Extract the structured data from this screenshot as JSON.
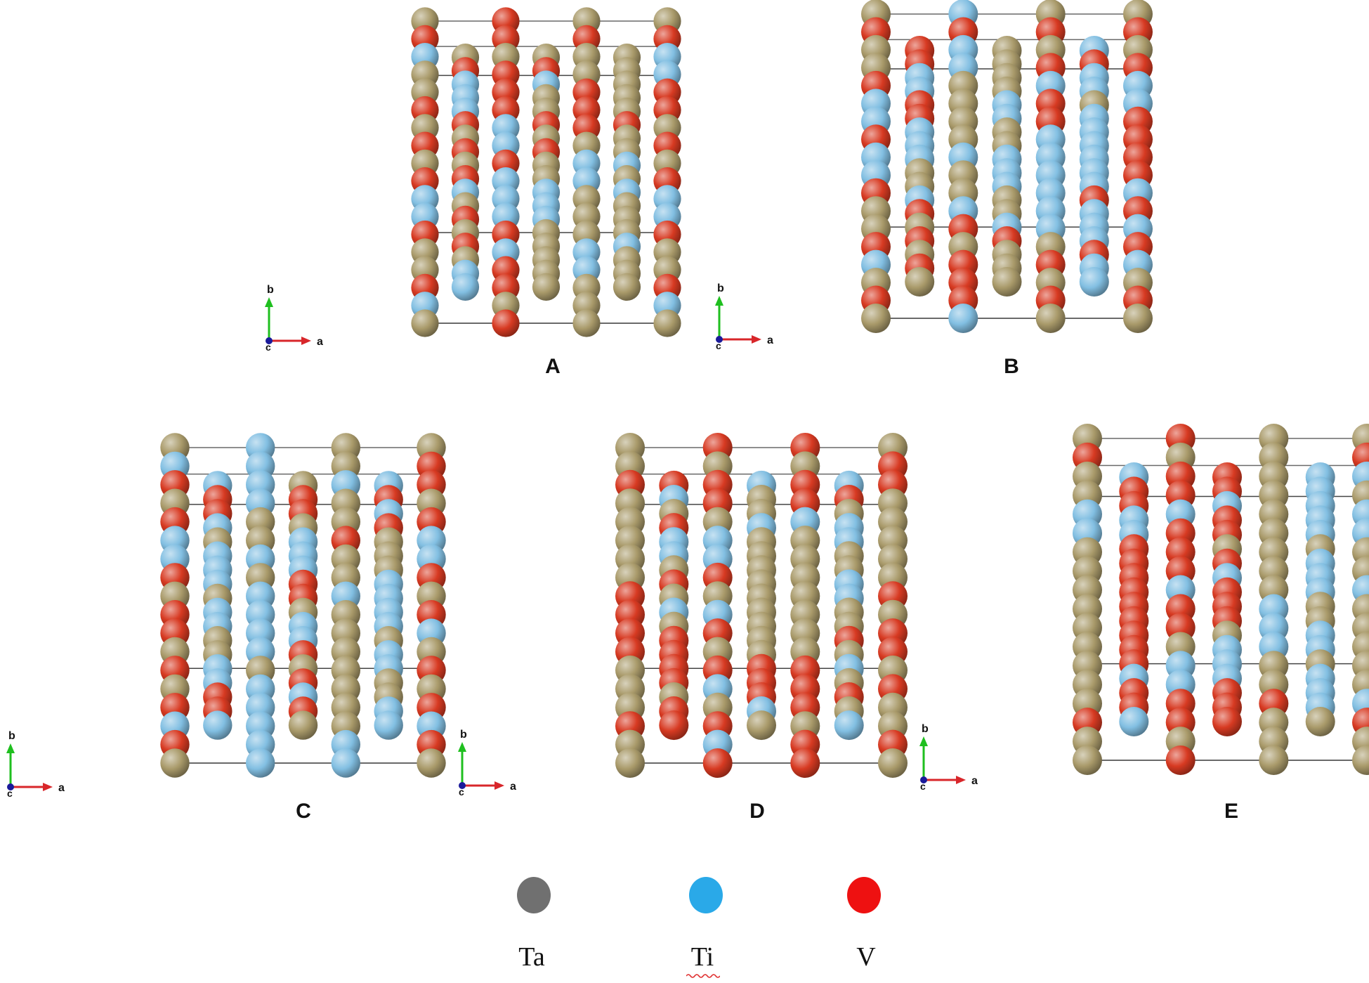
{
  "colors": {
    "Ta": "#a99a6a",
    "Ti": "#82bfe2",
    "V": "#d73a22",
    "cell_line": "#444444",
    "axis_b": "#1fbf1f",
    "axis_a": "#d8262a",
    "axis_c": "#1a1a9a",
    "legend_Ta": "#707070",
    "legend_Ti": "#2aa9e8",
    "legend_V": "#ee1111"
  },
  "panels": [
    {
      "id": "A",
      "label": "A",
      "columns": [
        [
          "Ta",
          "V",
          "Ti",
          "Ta",
          "Ta",
          "V",
          "Ta",
          "V",
          "Ta",
          "V",
          "Ti",
          "Ti",
          "V",
          "Ta",
          "Ta",
          "V",
          "Ti",
          "Ta"
        ],
        [
          "Ta",
          "V",
          "Ti",
          "Ti",
          "Ti",
          "V",
          "Ta",
          "V",
          "Ta",
          "V",
          "Ti",
          "Ta",
          "V",
          "Ta",
          "V",
          "Ta",
          "Ti",
          "Ti"
        ],
        [
          "V",
          "V",
          "Ta",
          "V",
          "V",
          "V",
          "Ti",
          "Ti",
          "V",
          "Ti",
          "Ti",
          "Ti",
          "V",
          "Ti",
          "V",
          "V",
          "Ta",
          "V"
        ],
        [
          "Ta",
          "V",
          "Ti",
          "Ta",
          "Ta",
          "V",
          "Ta",
          "V",
          "Ta",
          "Ta",
          "Ti",
          "Ti",
          "Ti",
          "Ta",
          "Ta",
          "Ta",
          "Ta",
          "Ta"
        ],
        [
          "Ta",
          "V",
          "Ta",
          "Ta",
          "V",
          "V",
          "V",
          "Ta",
          "Ti",
          "Ti",
          "Ta",
          "Ta",
          "Ta",
          "Ti",
          "Ti",
          "Ta",
          "Ta",
          "Ta"
        ],
        [
          "Ta",
          "Ta",
          "Ta",
          "Ta",
          "Ta",
          "V",
          "Ta",
          "Ta",
          "Ti",
          "Ta",
          "Ti",
          "Ta",
          "Ta",
          "Ta",
          "Ti",
          "Ta",
          "Ta",
          "Ta"
        ],
        [
          "Ta",
          "V",
          "Ti",
          "Ti",
          "V",
          "V",
          "Ta",
          "V",
          "Ta",
          "V",
          "Ti",
          "Ti",
          "V",
          "Ta",
          "Ta",
          "V",
          "Ti",
          "Ta"
        ]
      ]
    },
    {
      "id": "B",
      "label": "B",
      "columns": [
        [
          "Ta",
          "V",
          "Ta",
          "Ta",
          "V",
          "Ti",
          "Ti",
          "V",
          "Ti",
          "Ti",
          "V",
          "Ta",
          "Ta",
          "V",
          "Ti",
          "Ta",
          "V",
          "Ta"
        ],
        [
          "V",
          "V",
          "Ti",
          "Ti",
          "V",
          "V",
          "Ti",
          "Ti",
          "Ti",
          "Ta",
          "Ta",
          "Ti",
          "V",
          "Ta",
          "V",
          "Ta",
          "V",
          "Ta"
        ],
        [
          "Ti",
          "V",
          "Ti",
          "Ti",
          "Ta",
          "Ta",
          "Ta",
          "Ta",
          "Ti",
          "Ta",
          "Ta",
          "Ti",
          "V",
          "Ta",
          "V",
          "V",
          "V",
          "Ti"
        ],
        [
          "Ta",
          "Ta",
          "Ta",
          "Ta",
          "Ti",
          "Ti",
          "Ta",
          "Ta",
          "Ti",
          "Ti",
          "Ti",
          "Ta",
          "Ta",
          "Ti",
          "V",
          "Ta",
          "Ta",
          "Ta"
        ],
        [
          "Ta",
          "V",
          "Ta",
          "V",
          "Ti",
          "V",
          "V",
          "Ti",
          "Ti",
          "Ti",
          "Ti",
          "Ti",
          "Ti",
          "Ta",
          "V",
          "Ta",
          "V",
          "Ta"
        ],
        [
          "Ti",
          "V",
          "Ti",
          "Ti",
          "Ta",
          "Ti",
          "Ti",
          "Ti",
          "Ti",
          "Ti",
          "Ti",
          "V",
          "Ti",
          "Ti",
          "Ti",
          "V",
          "Ti",
          "Ti"
        ],
        [
          "Ta",
          "V",
          "Ta",
          "V",
          "Ti",
          "Ti",
          "V",
          "V",
          "V",
          "V",
          "Ti",
          "V",
          "Ti",
          "V",
          "Ti",
          "Ta",
          "V",
          "Ta"
        ]
      ]
    },
    {
      "id": "C",
      "label": "C",
      "columns": [
        [
          "Ta",
          "Ti",
          "V",
          "Ta",
          "V",
          "Ti",
          "Ti",
          "V",
          "Ta",
          "V",
          "V",
          "Ta",
          "V",
          "Ta",
          "V",
          "Ti",
          "V",
          "Ta"
        ],
        [
          "Ti",
          "V",
          "V",
          "Ti",
          "Ta",
          "Ti",
          "Ti",
          "Ti",
          "Ta",
          "Ti",
          "Ti",
          "Ta",
          "Ta",
          "Ti",
          "Ti",
          "V",
          "V",
          "Ti"
        ],
        [
          "Ti",
          "Ti",
          "Ti",
          "Ti",
          "Ta",
          "Ta",
          "Ti",
          "Ta",
          "Ti",
          "Ti",
          "Ti",
          "Ti",
          "Ta",
          "Ti",
          "Ti",
          "Ti",
          "Ti",
          "Ti"
        ],
        [
          "Ta",
          "V",
          "V",
          "Ta",
          "Ti",
          "Ti",
          "Ti",
          "V",
          "V",
          "Ta",
          "Ti",
          "Ti",
          "V",
          "Ta",
          "V",
          "Ti",
          "V",
          "Ta"
        ],
        [
          "Ta",
          "Ta",
          "Ti",
          "Ta",
          "Ta",
          "V",
          "Ta",
          "Ta",
          "Ti",
          "Ta",
          "Ta",
          "Ta",
          "Ta",
          "Ta",
          "Ta",
          "Ta",
          "Ti",
          "Ti"
        ],
        [
          "Ti",
          "V",
          "Ti",
          "V",
          "Ta",
          "Ta",
          "Ta",
          "Ti",
          "Ti",
          "Ti",
          "Ti",
          "Ta",
          "Ti",
          "Ti",
          "Ta",
          "Ta",
          "Ti",
          "Ti"
        ],
        [
          "Ta",
          "V",
          "V",
          "Ta",
          "V",
          "Ti",
          "Ti",
          "V",
          "Ta",
          "V",
          "Ti",
          "Ta",
          "V",
          "Ta",
          "V",
          "Ti",
          "V",
          "Ta"
        ]
      ]
    },
    {
      "id": "D",
      "label": "D",
      "columns": [
        [
          "Ta",
          "Ta",
          "V",
          "Ta",
          "Ta",
          "Ta",
          "Ta",
          "Ta",
          "V",
          "V",
          "V",
          "V",
          "Ta",
          "Ta",
          "Ta",
          "V",
          "Ta",
          "Ta"
        ],
        [
          "V",
          "Ti",
          "Ta",
          "V",
          "Ti",
          "Ti",
          "Ta",
          "V",
          "Ta",
          "Ti",
          "Ta",
          "V",
          "V",
          "V",
          "V",
          "Ta",
          "V",
          "V"
        ],
        [
          "V",
          "Ta",
          "V",
          "V",
          "Ta",
          "Ti",
          "Ti",
          "V",
          "Ta",
          "Ti",
          "V",
          "Ta",
          "V",
          "Ti",
          "Ta",
          "V",
          "Ti",
          "V"
        ],
        [
          "Ti",
          "Ta",
          "Ta",
          "Ti",
          "Ta",
          "Ta",
          "Ta",
          "Ta",
          "Ta",
          "Ta",
          "Ta",
          "Ta",
          "Ta",
          "V",
          "V",
          "V",
          "Ti",
          "Ta"
        ],
        [
          "V",
          "Ta",
          "V",
          "V",
          "Ti",
          "Ta",
          "Ta",
          "Ta",
          "Ta",
          "Ta",
          "Ta",
          "Ta",
          "V",
          "V",
          "V",
          "Ta",
          "V",
          "V"
        ],
        [
          "Ti",
          "V",
          "Ta",
          "Ti",
          "Ti",
          "Ta",
          "Ta",
          "Ti",
          "Ti",
          "Ta",
          "Ta",
          "V",
          "Ta",
          "Ti",
          "Ta",
          "V",
          "Ta",
          "Ti"
        ],
        [
          "Ta",
          "V",
          "V",
          "Ta",
          "Ta",
          "Ta",
          "Ta",
          "Ta",
          "V",
          "Ta",
          "V",
          "V",
          "Ta",
          "V",
          "Ta",
          "Ta",
          "V",
          "Ta"
        ]
      ]
    },
    {
      "id": "E",
      "label": "E",
      "columns": [
        [
          "Ta",
          "V",
          "Ta",
          "Ta",
          "Ti",
          "Ti",
          "Ta",
          "Ta",
          "Ta",
          "Ta",
          "Ta",
          "Ta",
          "Ta",
          "Ta",
          "Ta",
          "V",
          "Ta",
          "Ta"
        ],
        [
          "Ti",
          "V",
          "V",
          "Ti",
          "Ti",
          "V",
          "V",
          "V",
          "V",
          "V",
          "V",
          "V",
          "V",
          "V",
          "Ti",
          "V",
          "V",
          "Ti"
        ],
        [
          "V",
          "Ta",
          "V",
          "V",
          "Ti",
          "V",
          "V",
          "V",
          "Ti",
          "V",
          "V",
          "Ta",
          "Ti",
          "Ti",
          "V",
          "V",
          "Ta",
          "V"
        ],
        [
          "V",
          "V",
          "Ti",
          "V",
          "V",
          "Ta",
          "V",
          "Ti",
          "V",
          "V",
          "V",
          "Ta",
          "Ti",
          "Ti",
          "Ti",
          "V",
          "V",
          "V"
        ],
        [
          "Ta",
          "Ta",
          "Ta",
          "Ta",
          "Ta",
          "Ta",
          "Ta",
          "Ta",
          "Ta",
          "Ti",
          "Ti",
          "Ti",
          "Ta",
          "Ta",
          "V",
          "Ta",
          "Ta",
          "Ta"
        ],
        [
          "Ti",
          "Ti",
          "Ti",
          "Ti",
          "Ti",
          "Ta",
          "Ti",
          "Ti",
          "Ti",
          "Ta",
          "Ta",
          "Ti",
          "Ti",
          "Ta",
          "Ti",
          "Ti",
          "Ti",
          "Ta"
        ],
        [
          "Ta",
          "V",
          "Ti",
          "Ta",
          "Ti",
          "Ti",
          "Ta",
          "Ta",
          "Ti",
          "Ta",
          "Ta",
          "Ta",
          "Ta",
          "Ta",
          "Ti",
          "V",
          "Ta",
          "Ta"
        ]
      ]
    }
  ],
  "axes_label": {
    "b": "b",
    "a": "a",
    "c": "c"
  },
  "legend": [
    {
      "element": "Ta",
      "label": "Ta"
    },
    {
      "element": "Ti",
      "label": "Ti"
    },
    {
      "element": "V",
      "label": "V"
    }
  ]
}
